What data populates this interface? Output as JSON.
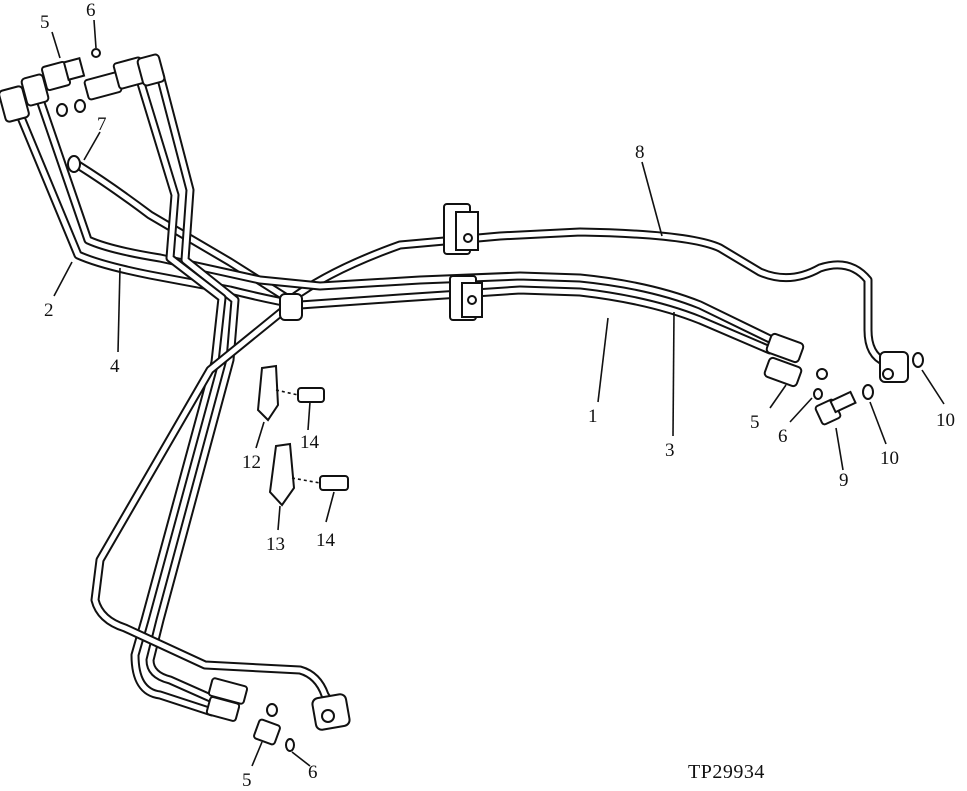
{
  "figure_id": "TP29934",
  "callouts": [
    {
      "n": "5"
    },
    {
      "n": "6"
    },
    {
      "n": "7"
    },
    {
      "n": "2"
    },
    {
      "n": "4"
    },
    {
      "n": "8"
    },
    {
      "n": "1"
    },
    {
      "n": "3"
    },
    {
      "n": "5"
    },
    {
      "n": "6"
    },
    {
      "n": "9"
    },
    {
      "n": "10"
    },
    {
      "n": "10"
    },
    {
      "n": "12"
    },
    {
      "n": "14"
    },
    {
      "n": "13"
    },
    {
      "n": "14"
    },
    {
      "n": "5"
    },
    {
      "n": "6"
    }
  ]
}
